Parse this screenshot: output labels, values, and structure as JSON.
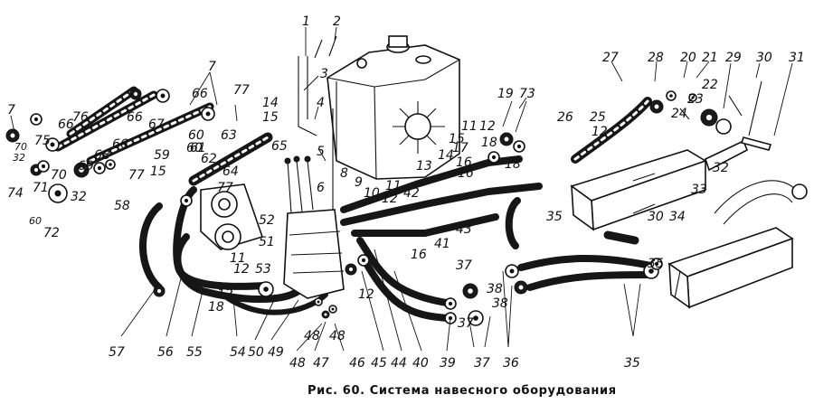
{
  "caption": "Рис. 60. Система навесного оборудования",
  "part_labels": [
    "1",
    "2",
    "3",
    "4",
    "5",
    "6",
    "7",
    "8",
    "9",
    "10",
    "11",
    "12",
    "13",
    "14",
    "15",
    "16",
    "17",
    "18",
    "19",
    "20",
    "21",
    "22",
    "23",
    "24",
    "25",
    "26",
    "27",
    "28",
    "29",
    "30",
    "31",
    "32",
    "33",
    "34",
    "35",
    "36",
    "37",
    "38",
    "39",
    "40",
    "41",
    "42",
    "43",
    "44",
    "45",
    "46",
    "47",
    "48",
    "49",
    "50",
    "51",
    "52",
    "53",
    "54",
    "55",
    "56",
    "57",
    "58",
    "59",
    "60",
    "61",
    "62",
    "63",
    "64",
    "65",
    "66",
    "67",
    "68",
    "69",
    "70",
    "71",
    "72",
    "73",
    "74",
    "75",
    "76",
    "77"
  ],
  "repeated_labels": [
    "7",
    "66",
    "66",
    "66",
    "77",
    "77",
    "14",
    "15",
    "15",
    "11",
    "11",
    "12",
    "12",
    "12",
    "12",
    "12",
    "16",
    "16",
    "18",
    "18",
    "60",
    "30",
    "32",
    "35",
    "35",
    "37",
    "37",
    "38",
    "48",
    "48"
  ],
  "small_labels": [
    "70",
    "32",
    "60"
  ]
}
